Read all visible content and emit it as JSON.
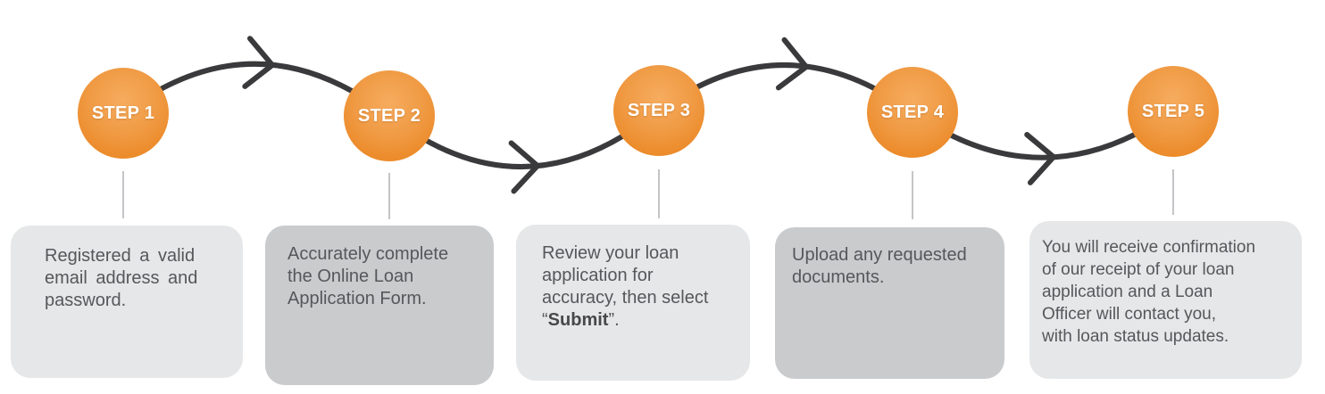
{
  "steps": [
    {
      "label": "STEP 1",
      "description": "Registered a valid\nemail address and\npassword."
    },
    {
      "label": "STEP 2",
      "description": "Accurately complete\nthe Online Loan\nApplication Form."
    },
    {
      "label": "STEP 3",
      "description_start": "Review your loan\napplication for\naccuracy, then select\n“",
      "description_bold": "Submit",
      "description_end": "”."
    },
    {
      "label": "STEP 4",
      "description": "Upload any requested\ndocuments."
    },
    {
      "label": "STEP 5",
      "description": "You will receive confirmation\nof our receipt of your loan\napplication and a Loan\nOfficer will contact you,\nwith loan status updates."
    }
  ],
  "colors": {
    "step_circle": "#ee8c2d",
    "step_circle_highlight": "#f6ac5e",
    "step_label_text": "#ffffff",
    "flow_line": "#3a3a3c",
    "connector_line": "#c4c5c7",
    "box_light": "#e6e7e8",
    "box_dark": "#cacbcd",
    "description_text": "#56575a"
  }
}
